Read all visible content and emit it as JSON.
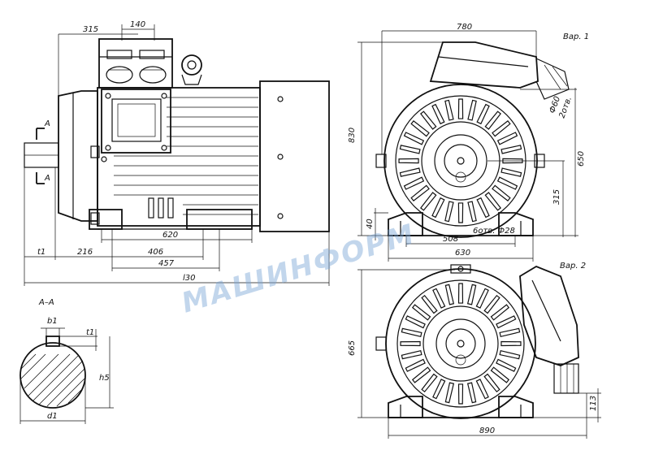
{
  "labels": {
    "d315_top": "315",
    "d140": "140",
    "d780": "780",
    "var1": "Вар. 1",
    "var2": "Вар. 2",
    "d830": "830",
    "d650": "650",
    "d315_side": "315",
    "d40": "40",
    "d508": "508",
    "d630": "630",
    "otv": "6отв. Ф28",
    "phi60": "Ф60",
    "two_otv": "2отв.",
    "d620": "620",
    "d406": "406",
    "d457": "457",
    "d216": "216",
    "t1": "t1",
    "l30": "l30",
    "sectionA1": "A",
    "sectionA2": "A",
    "sectionAA": "A–A",
    "b1": "b1",
    "t1s": "t1",
    "h5": "h5",
    "d1": "d1",
    "d665": "665",
    "d890": "890",
    "d113": "113"
  },
  "watermark": "МАШИНФОРМ",
  "colors": {
    "line": "#111111",
    "watermark": "#7aa6d6"
  }
}
